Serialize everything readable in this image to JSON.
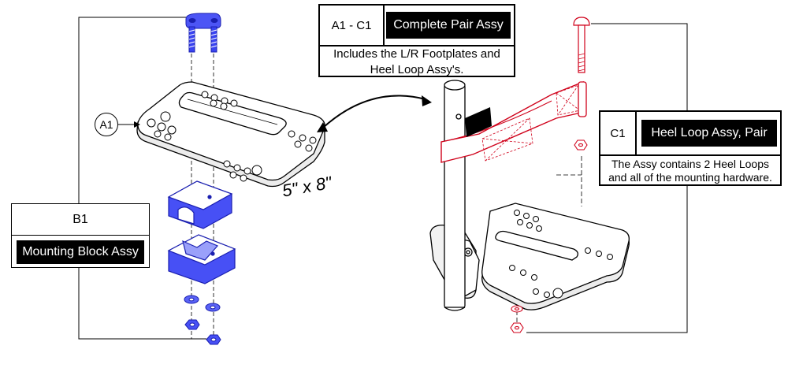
{
  "box_a1c1": {
    "code": "A1 - C1",
    "label": "Complete Pair Assy",
    "note_line1": "Includes the L/R Footplates and",
    "note_line2": "Heel Loop Assy's."
  },
  "box_c1": {
    "code": "C1",
    "label": "Heel Loop Assy, Pair",
    "note_line1": "The Assy contains 2 Heel Loops",
    "note_line2": "and all of the mounting hardware."
  },
  "box_b1": {
    "code": "B1",
    "label": "Mounting Block Assy"
  },
  "callout_a1": "A1",
  "dimension": "5\" x 8\"",
  "colors": {
    "blue_hardware": "#2b35e0",
    "red_heel_loop": "#d0021b",
    "black": "#000000"
  }
}
